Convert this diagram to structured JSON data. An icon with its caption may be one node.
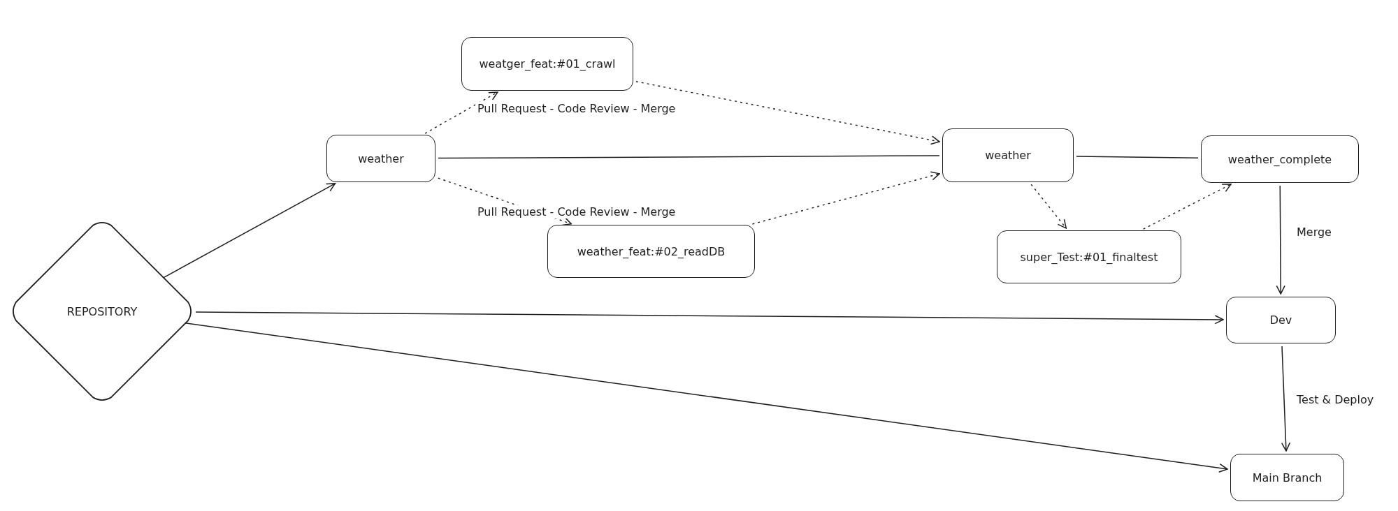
{
  "diagram": {
    "nodes": [
      {
        "text": [
          "REPOSITORY"
        ]
      },
      {
        "text": [
          "weather"
        ]
      },
      {
        "text": [
          "weatger_feat:#01_crawl"
        ]
      },
      {
        "text": [
          "weather_feat:#02_readDB"
        ]
      },
      {
        "text": [
          "weather"
        ]
      },
      {
        "text": [
          "weather_complete"
        ]
      },
      {
        "text": [
          "super_Test:#01_finaltest"
        ]
      },
      {
        "text": [
          "Dev"
        ]
      },
      {
        "text": [
          "Main Branch"
        ]
      }
    ],
    "edges": [
      {
        "from": 0,
        "to": 1,
        "arrow": "to"
      },
      {
        "from": 1,
        "to": 2,
        "arrow": "to",
        "style": "dashed",
        "label": "Pull Request - Code Review - Merge"
      },
      {
        "from": 1,
        "to": 3,
        "arrow": "to",
        "style": "dashed",
        "label": "Pull Request - Code Review - Merge"
      },
      {
        "from": 2,
        "to": 4,
        "arrow": "to",
        "style": "dashed"
      },
      {
        "from": 3,
        "to": 4,
        "arrow": "to",
        "style": "dashed"
      },
      {
        "from": 1,
        "to": 4,
        "arrow": "none"
      },
      {
        "from": 4,
        "to": 5,
        "arrow": "none"
      },
      {
        "from": 4,
        "to": 6,
        "arrow": "to",
        "style": "dashed"
      },
      {
        "from": 6,
        "to": 5,
        "arrow": "to",
        "style": "dashed"
      },
      {
        "from": 5,
        "to": 7,
        "arrow": "to",
        "label": "Merge"
      },
      {
        "from": 0,
        "to": 7,
        "arrow": "to"
      },
      {
        "from": 7,
        "to": 8,
        "arrow": "to",
        "label": "Test & Deploy"
      },
      {
        "from": 0,
        "to": 8,
        "arrow": "to"
      }
    ]
  }
}
